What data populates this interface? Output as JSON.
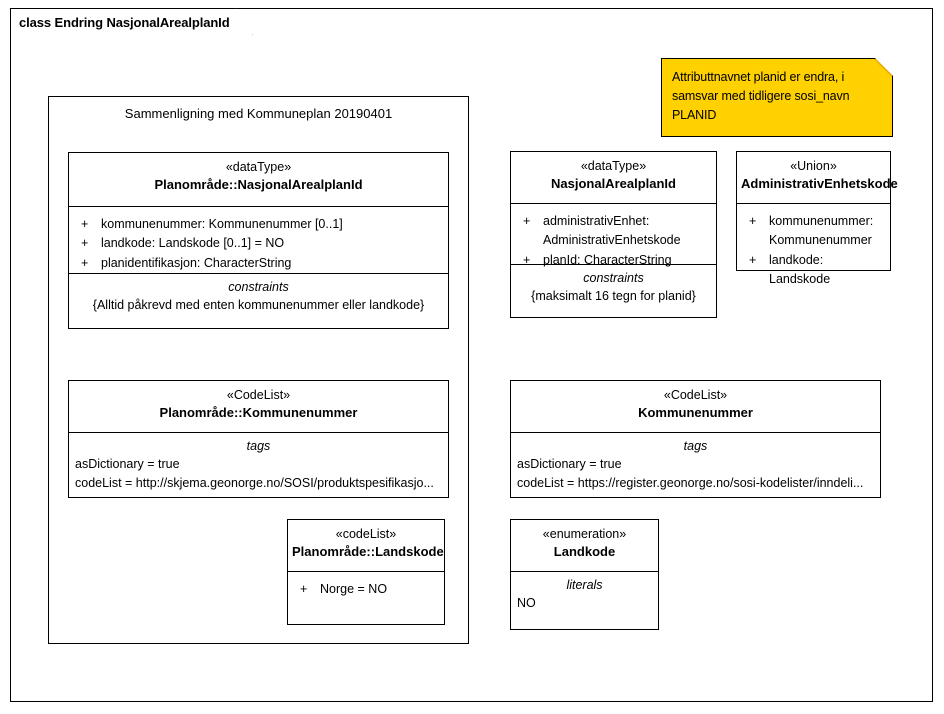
{
  "diagram": {
    "tab_label": "class Endring NasjonalArealplanId",
    "note": {
      "text": "Attributtnavnet planid er endra, i samsvar med tidligere sosi_navn PLANID",
      "bg_color": "#FFD100"
    },
    "group": {
      "title": "Sammenligning med Kommuneplan 20190401"
    }
  },
  "boxes": {
    "planomrade_nasjonalarealplanid": {
      "stereotype": "«dataType»",
      "name": "Planområde::NasjonalArealplanId",
      "attributes": [
        {
          "visibility": "+",
          "text": "kommunenummer: Kommunenummer [0..1]"
        },
        {
          "visibility": "+",
          "text": "landkode: Landskode [0..1] = NO"
        },
        {
          "visibility": "+",
          "text": "planidentifikasjon: CharacterString"
        }
      ],
      "compartment_title": "constraints",
      "compartment_lines": [
        "{Alltid påkrevd med enten kommunenummer eller landkode}"
      ]
    },
    "nasjonalarealplanid": {
      "stereotype": "«dataType»",
      "name": "NasjonalArealplanId",
      "attributes": [
        {
          "visibility": "+",
          "text": "administrativEnhet: AdministrativEnhetskode"
        },
        {
          "visibility": "+",
          "text": "planId: CharacterString"
        }
      ],
      "compartment_title": "constraints",
      "compartment_lines": [
        "{maksimalt 16 tegn for planid}"
      ]
    },
    "administrativenhetskode": {
      "stereotype": "«Union»",
      "name": "AdministrativEnhetskode",
      "attributes": [
        {
          "visibility": "+",
          "text": "kommunenummer: Kommunenummer"
        },
        {
          "visibility": "+",
          "text": "landkode: Landskode"
        }
      ]
    },
    "planomrade_kommunenummer": {
      "stereotype": "«CodeList»",
      "name": "Planområde::Kommunenummer",
      "compartment_title": "tags",
      "compartment_lines": [
        "asDictionary = true",
        "codeList = http://skjema.geonorge.no/SOSI/produktspesifikasjo..."
      ]
    },
    "kommunenummer": {
      "stereotype": "«CodeList»",
      "name": "Kommunenummer",
      "compartment_title": "tags",
      "compartment_lines": [
        "asDictionary = true",
        "codeList = https://register.geonorge.no/sosi-kodelister/inndeli..."
      ]
    },
    "planomrade_landskode": {
      "stereotype": "«codeList»",
      "name": "Planområde::Landskode",
      "attributes": [
        {
          "visibility": "+",
          "text": "Norge = NO"
        }
      ]
    },
    "landkode": {
      "stereotype": "«enumeration»",
      "name": "Landkode",
      "compartment_title": "literals",
      "compartment_lines": [
        "NO"
      ]
    }
  }
}
